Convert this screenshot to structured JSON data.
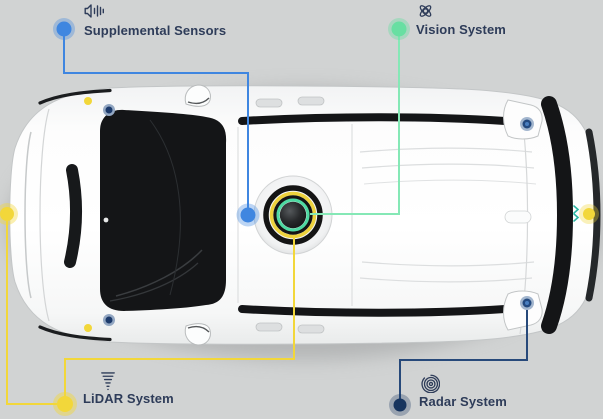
{
  "diagram_type": "autonomous-vehicle-sensor-map-top-view",
  "callouts": {
    "supplemental": {
      "label": "Supplemental Sensors",
      "icon": "speaker-waves-icon",
      "accent": "#3f86e0"
    },
    "vision": {
      "label": "Vision System",
      "icon": "gimbal-orbit-icon",
      "accent": "#68dfa2"
    },
    "lidar": {
      "label": "LiDAR System",
      "icon": "lidar-scan-icon",
      "accent": "#f2d73a"
    },
    "radar": {
      "label": "Radar System",
      "icon": "radar-waves-icon",
      "accent": "#16345f"
    }
  },
  "sensor_markers": {
    "supplemental_roof_dot": "#3f86e0",
    "vision_label_dot": "#68dfa2",
    "front_bumper_lidar_dot": "#f2d73a",
    "rear_bumper_lidar_dot": "#f2d73a",
    "lidar_junction_dot": "#f2d73a",
    "radar_label_dot": "#16345f",
    "perimeter_lidar_upper_dot": "#f2d73a",
    "perimeter_lidar_lower_dot": "#f2d73a",
    "front_upper_radar_dot": "#1c3a6b",
    "front_lower_radar_dot": "#1c3a6b",
    "rear_upper_radar_dot": "#1c3a6b",
    "rear_lower_radar_dot": "#1c3a6b",
    "roof_lidar_dome_rings": [
      "#141414",
      "#edd23c",
      "#4ed9a2"
    ]
  },
  "colors": {
    "background": "#d1d3d3",
    "label_text": "#2e3c59",
    "blue": "#3f86e0",
    "green": "#68dfa2",
    "green_line": "#85e8b6",
    "yellow": "#f2d73a",
    "navy": "#16345f",
    "navy_line": "#27497a",
    "dome_yellow": "#edd23c",
    "dome_green": "#4ed9a2",
    "teal": "#2bb5a3"
  }
}
